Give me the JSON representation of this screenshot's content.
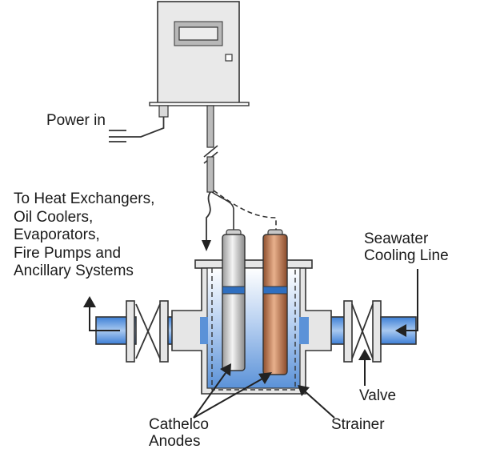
{
  "labels": {
    "power_in": "Power in",
    "destinations": [
      "To Heat Exchangers,",
      "Oil Coolers,",
      "Evaporators,",
      "Fire Pumps and",
      "Ancillary Systems"
    ],
    "seawater": [
      "Seawater",
      "Cooling Line"
    ],
    "valve": "Valve",
    "anodes": [
      "Cathelco",
      "Anodes"
    ],
    "strainer": "Strainer"
  },
  "colors": {
    "water": "#5b92d8",
    "pipe_outline": "#333333",
    "control_box": "#e9e9e9",
    "aluminium_anode": "#d6d6d6",
    "copper_anode": "#c07a52",
    "anode_band": "#2f6fc0"
  }
}
